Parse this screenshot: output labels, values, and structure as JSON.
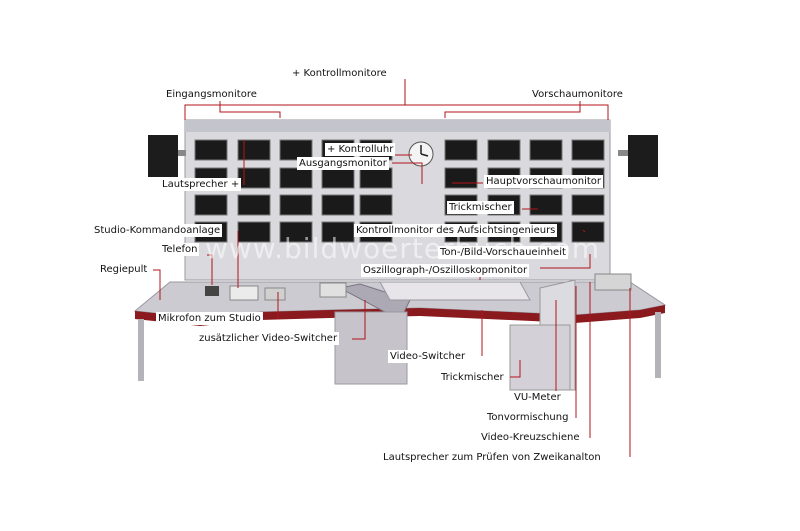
{
  "labels": {
    "kontrollmonitore": "+ Kontrollmonitore",
    "eingangsmonitore": "Eingangsmonitore",
    "vorschaumonitore": "Vorschaumonitore",
    "kontrolluhr": "+ Kontrolluhr",
    "ausgangsmonitor": "Ausgangsmonitor",
    "lautsprecher": "Lautsprecher +",
    "hauptvorschaumonitor": "Hauptvorschaumonitor",
    "trickmischer_top": "Trickmischer",
    "studio_kommandoanlage": "Studio-Kommandoanlage",
    "kontrollmonitor_aufsicht": "Kontrollmonitor des Aufsichtsingenieurs",
    "telefon": "Telefon",
    "ton_bild": "Ton-/Bild-Vorschaueinheit",
    "regiepult": "Regiepult",
    "oszillograph": "Oszillograph-/Oszilloskopmonitor",
    "mikrofon": "Mikrofon zum Studio",
    "zusaetzlicher": "zusätzlicher Video-Switcher",
    "video_switcher": "Video-Switcher",
    "trickmischer_bottom": "Trickmischer",
    "vu_meter": "VU-Meter",
    "tonvormischung": "Tonvormischung",
    "video_kreuzschiene": "Video-Kreuzschiene",
    "lautsprecher_pruefen": "Lautsprecher zum Prüfen von Zweikanalton"
  },
  "watermark": "www.bildwoerterbuch.com",
  "colors": {
    "leader": "#b0141a",
    "desk_top": "#c9c6cd",
    "desk_edge": "#8a1a1e",
    "rack": "#d6d6da",
    "screen": "#1a1a1a"
  }
}
